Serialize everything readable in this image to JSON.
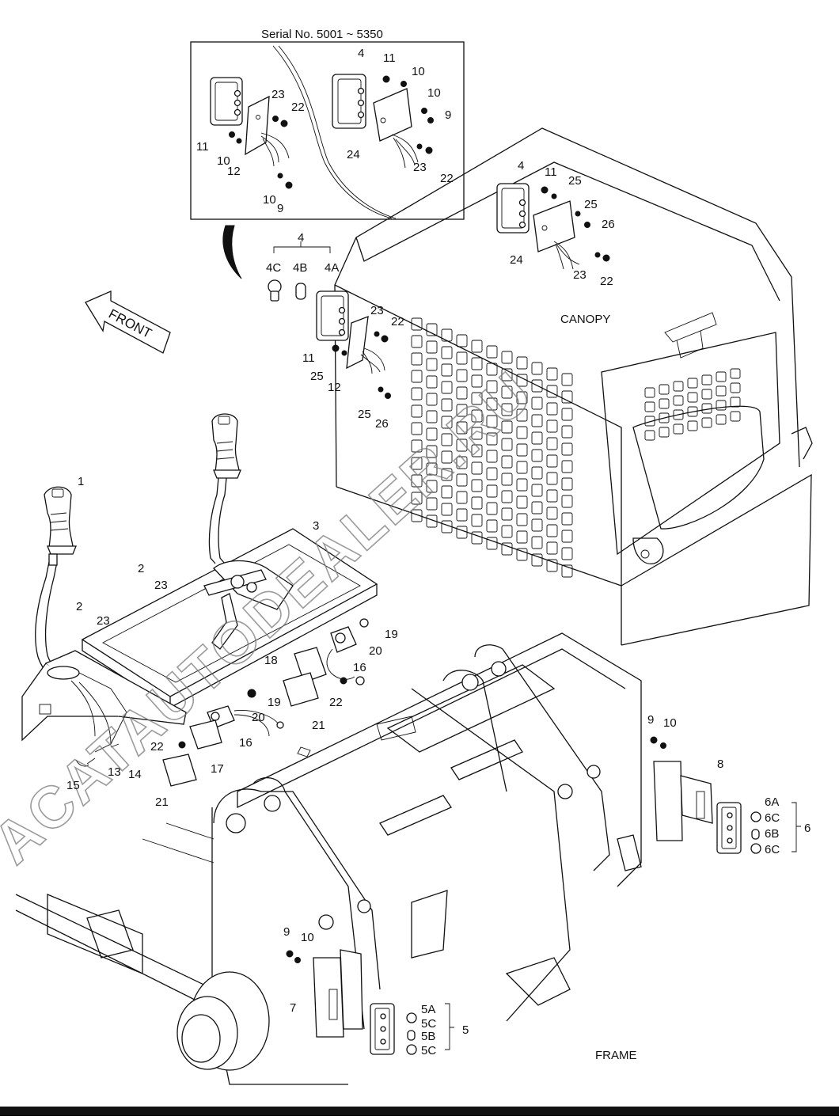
{
  "inset": {
    "title": "Serial No. 5001 ~ 5350"
  },
  "captions": {
    "canopy": "CANOPY",
    "frame": "FRAME",
    "front": "FRONT"
  },
  "watermark": {
    "text": "ACATAUTODEALER.RU"
  },
  "callouts": [
    "4",
    "11",
    "10",
    "10",
    "9",
    "23",
    "22",
    "11",
    "10",
    "12",
    "10",
    "9",
    "24",
    "23",
    "22",
    "4",
    "11",
    "25",
    "25",
    "26",
    "24",
    "23",
    "22",
    "4",
    "4C",
    "4B",
    "4A",
    "23",
    "22",
    "11",
    "25",
    "12",
    "25",
    "26",
    "1",
    "3",
    "2",
    "23",
    "2",
    "23",
    "19",
    "20",
    "16",
    "18",
    "22",
    "21",
    "19",
    "20",
    "16",
    "17",
    "22",
    "13",
    "14",
    "15",
    "21",
    "9",
    "10",
    "8",
    "6A",
    "6C",
    "6B",
    "6C",
    "6",
    "9",
    "10",
    "7",
    "5A",
    "5C",
    "5B",
    "5C",
    "5"
  ]
}
